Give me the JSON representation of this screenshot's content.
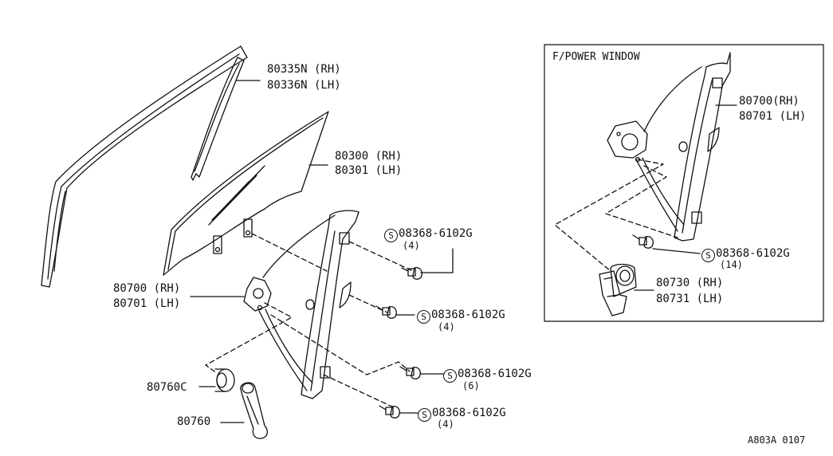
{
  "inset": {
    "title": "F/POWER WINDOW"
  },
  "labels": {
    "molding_rh": "80335N (RH)",
    "molding_lh": "80336N (LH)",
    "glass_rh": "80300 (RH)",
    "glass_lh": "80301 (LH)",
    "regulator_rh": "80700 (RH)",
    "regulator_lh": "80701 (LH)",
    "handle_escutcheon": "80760C",
    "handle": "80760",
    "pw_regulator_rh": "80700(RH)",
    "pw_regulator_lh": "80701 (LH)",
    "pw_motor_rh": "80730 (RH)",
    "pw_motor_lh": "80731 (LH)"
  },
  "bolts": [
    {
      "symbol": "S",
      "part": "08368-6102G",
      "qty": "(4)"
    },
    {
      "symbol": "S",
      "part": "08368-6102G",
      "qty": "(4)"
    },
    {
      "symbol": "S",
      "part": "08368-6102G",
      "qty": "(6)"
    },
    {
      "symbol": "S",
      "part": "08368-6102G",
      "qty": "(4)"
    },
    {
      "symbol": "S",
      "part": "08368-6102G",
      "qty": "(14)"
    }
  ],
  "diagram_code": "A803A 0107",
  "colors": {
    "ink": "#111111",
    "background": "#ffffff"
  }
}
